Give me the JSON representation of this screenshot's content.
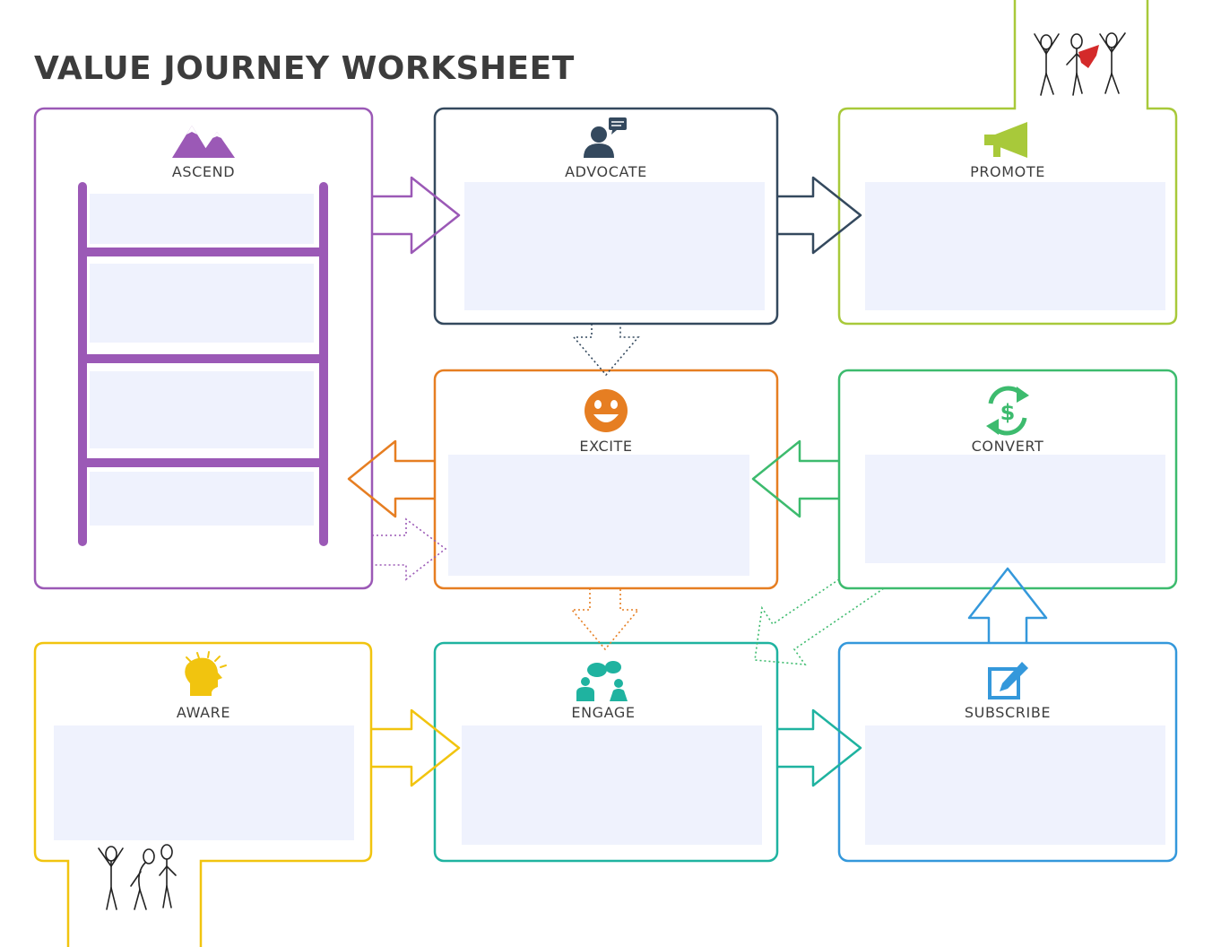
{
  "title": "VALUE JOURNEY WORKSHEET",
  "stages": {
    "ascend": {
      "label": "ASCEND",
      "icon": "mountains-icon",
      "color": "#9b59b6"
    },
    "advocate": {
      "label": "ADVOCATE",
      "icon": "speaking-person-icon",
      "color": "#34495e"
    },
    "promote": {
      "label": "PROMOTE",
      "icon": "megaphone-icon",
      "color": "#a8c93a"
    },
    "excite": {
      "label": "EXCITE",
      "icon": "smiley-face-icon",
      "color": "#e67e22"
    },
    "convert": {
      "label": "CONVERT",
      "icon": "dollar-cycle-icon",
      "color": "#3dbb6e"
    },
    "aware": {
      "label": "AWARE",
      "icon": "lightbulb-head-icon",
      "color": "#f1c40f"
    },
    "engage": {
      "label": "ENGAGE",
      "icon": "conversation-icon",
      "color": "#1fb3a0"
    },
    "subscribe": {
      "label": "SUBSCRIBE",
      "icon": "edit-square-icon",
      "color": "#3498db"
    }
  },
  "colors": {
    "field_fill": "#eff2fd",
    "title_text": "#3c3c3c",
    "label_text": "#3e3e3e"
  }
}
